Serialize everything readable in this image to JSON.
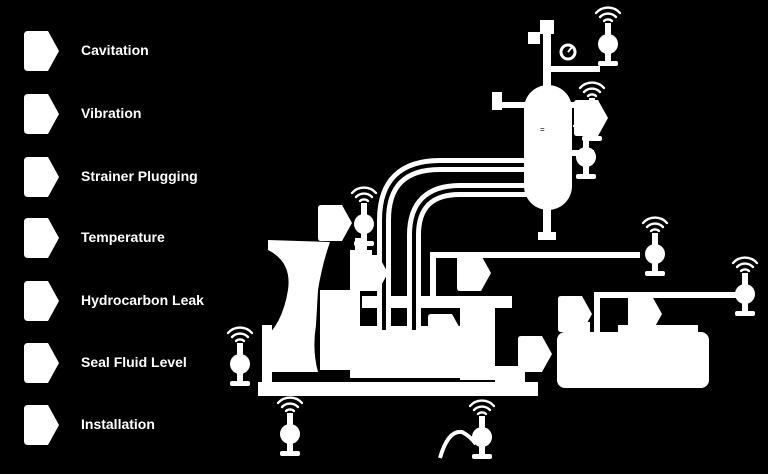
{
  "legend": {
    "items": [
      {
        "label": "Cavitation",
        "icon": "pentagon-tag-icon"
      },
      {
        "label": "Vibration",
        "icon": "pentagon-tag-icon"
      },
      {
        "label": "Strainer Plugging",
        "icon": "pentagon-tag-icon"
      },
      {
        "label": "Temperature",
        "icon": "pentagon-tag-icon"
      },
      {
        "label": "Hydrocarbon Leak",
        "icon": "pentagon-tag-icon"
      },
      {
        "label": "Seal Fluid Level",
        "icon": "pentagon-tag-icon"
      },
      {
        "label": "Installation",
        "icon": "pentagon-tag-icon"
      }
    ]
  },
  "colors": {
    "background": "#000000",
    "foreground": "#ffffff"
  },
  "diagram": {
    "subject": "pump installation with wireless transmitters",
    "icons": [
      "pump-icon",
      "separator-vessel-icon",
      "seal-pot-icon",
      "wireless-transmitter-icon",
      "pressure-gauge-icon",
      "pipe-icon",
      "monitoring-point-tag-icon"
    ]
  }
}
